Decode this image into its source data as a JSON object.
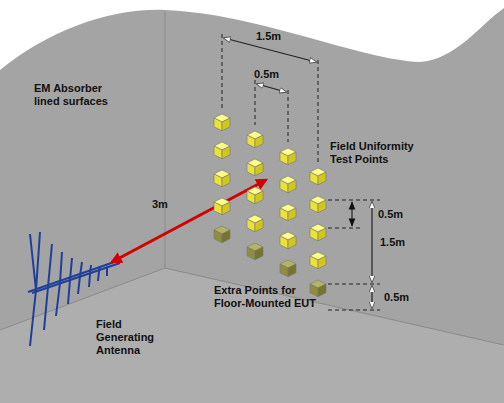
{
  "diagram": {
    "labels": [
      "1.5m",
      "0.5m",
      "EM Absorber lined surfaces",
      "Field Uniformity Test Points",
      "0.5m",
      "1.5m",
      "3m",
      "Extra Points for Floor-Mounted EUT",
      "0.5m",
      "Field Generating Antenna"
    ]
  }
}
